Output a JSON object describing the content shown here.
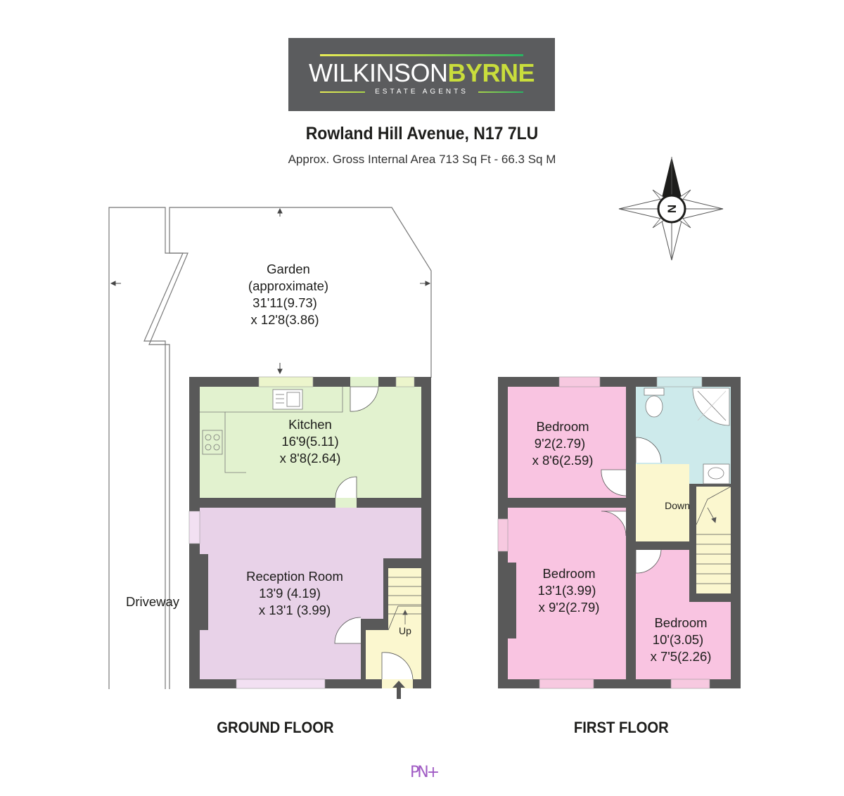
{
  "header": {
    "brand_part1": "WILKINSON",
    "brand_part2": "BYRNE",
    "brand_tagline": "ESTATE AGENTS",
    "title": "Rowland Hill Avenue, N17 7LU",
    "subtitle": "Approx. Gross Internal Area 713 Sq Ft - 66.3 Sq M"
  },
  "compass": {
    "letter": "N",
    "icon": "compass-rose-icon"
  },
  "ground_floor": {
    "label": "GROUND FLOOR",
    "garden": {
      "name": "Garden",
      "note": "(approximate)",
      "dim1": "31'11(9.73)",
      "dim2": "x 12'8(3.86)"
    },
    "driveway": {
      "name": "Driveway"
    },
    "kitchen": {
      "name": "Kitchen",
      "dim1": "16'9(5.11)",
      "dim2": "x 8'8(2.64)"
    },
    "reception": {
      "name": "Reception Room",
      "dim1": "13'9 (4.19)",
      "dim2": "x 13'1 (3.99)"
    },
    "stairs": {
      "label": "Up"
    }
  },
  "first_floor": {
    "label": "FIRST FLOOR",
    "bedroom_1": {
      "name": "Bedroom",
      "dim1": "9'2(2.79)",
      "dim2": "x 8'6(2.59)"
    },
    "bedroom_2": {
      "name": "Bedroom",
      "dim1": "13'1(3.99)",
      "dim2": "x 9'2(2.79)"
    },
    "bedroom_3": {
      "name": "Bedroom",
      "dim1": "10'(3.05)",
      "dim2": "x 7'5(2.26)"
    },
    "landing": {
      "label": "Down"
    }
  },
  "footer": {
    "mark": "PN+"
  },
  "colors": {
    "wall": "#595959",
    "kitchen": "#e2f2cf",
    "reception": "#e8d2e8",
    "hall": "#fbf7cf",
    "bedroom": "#f9c4e1",
    "bathroom": "#cdeaeb",
    "window": "#ecf5cc",
    "window_pink": "#f7c9e0",
    "window_bath": "#cfeaea"
  }
}
